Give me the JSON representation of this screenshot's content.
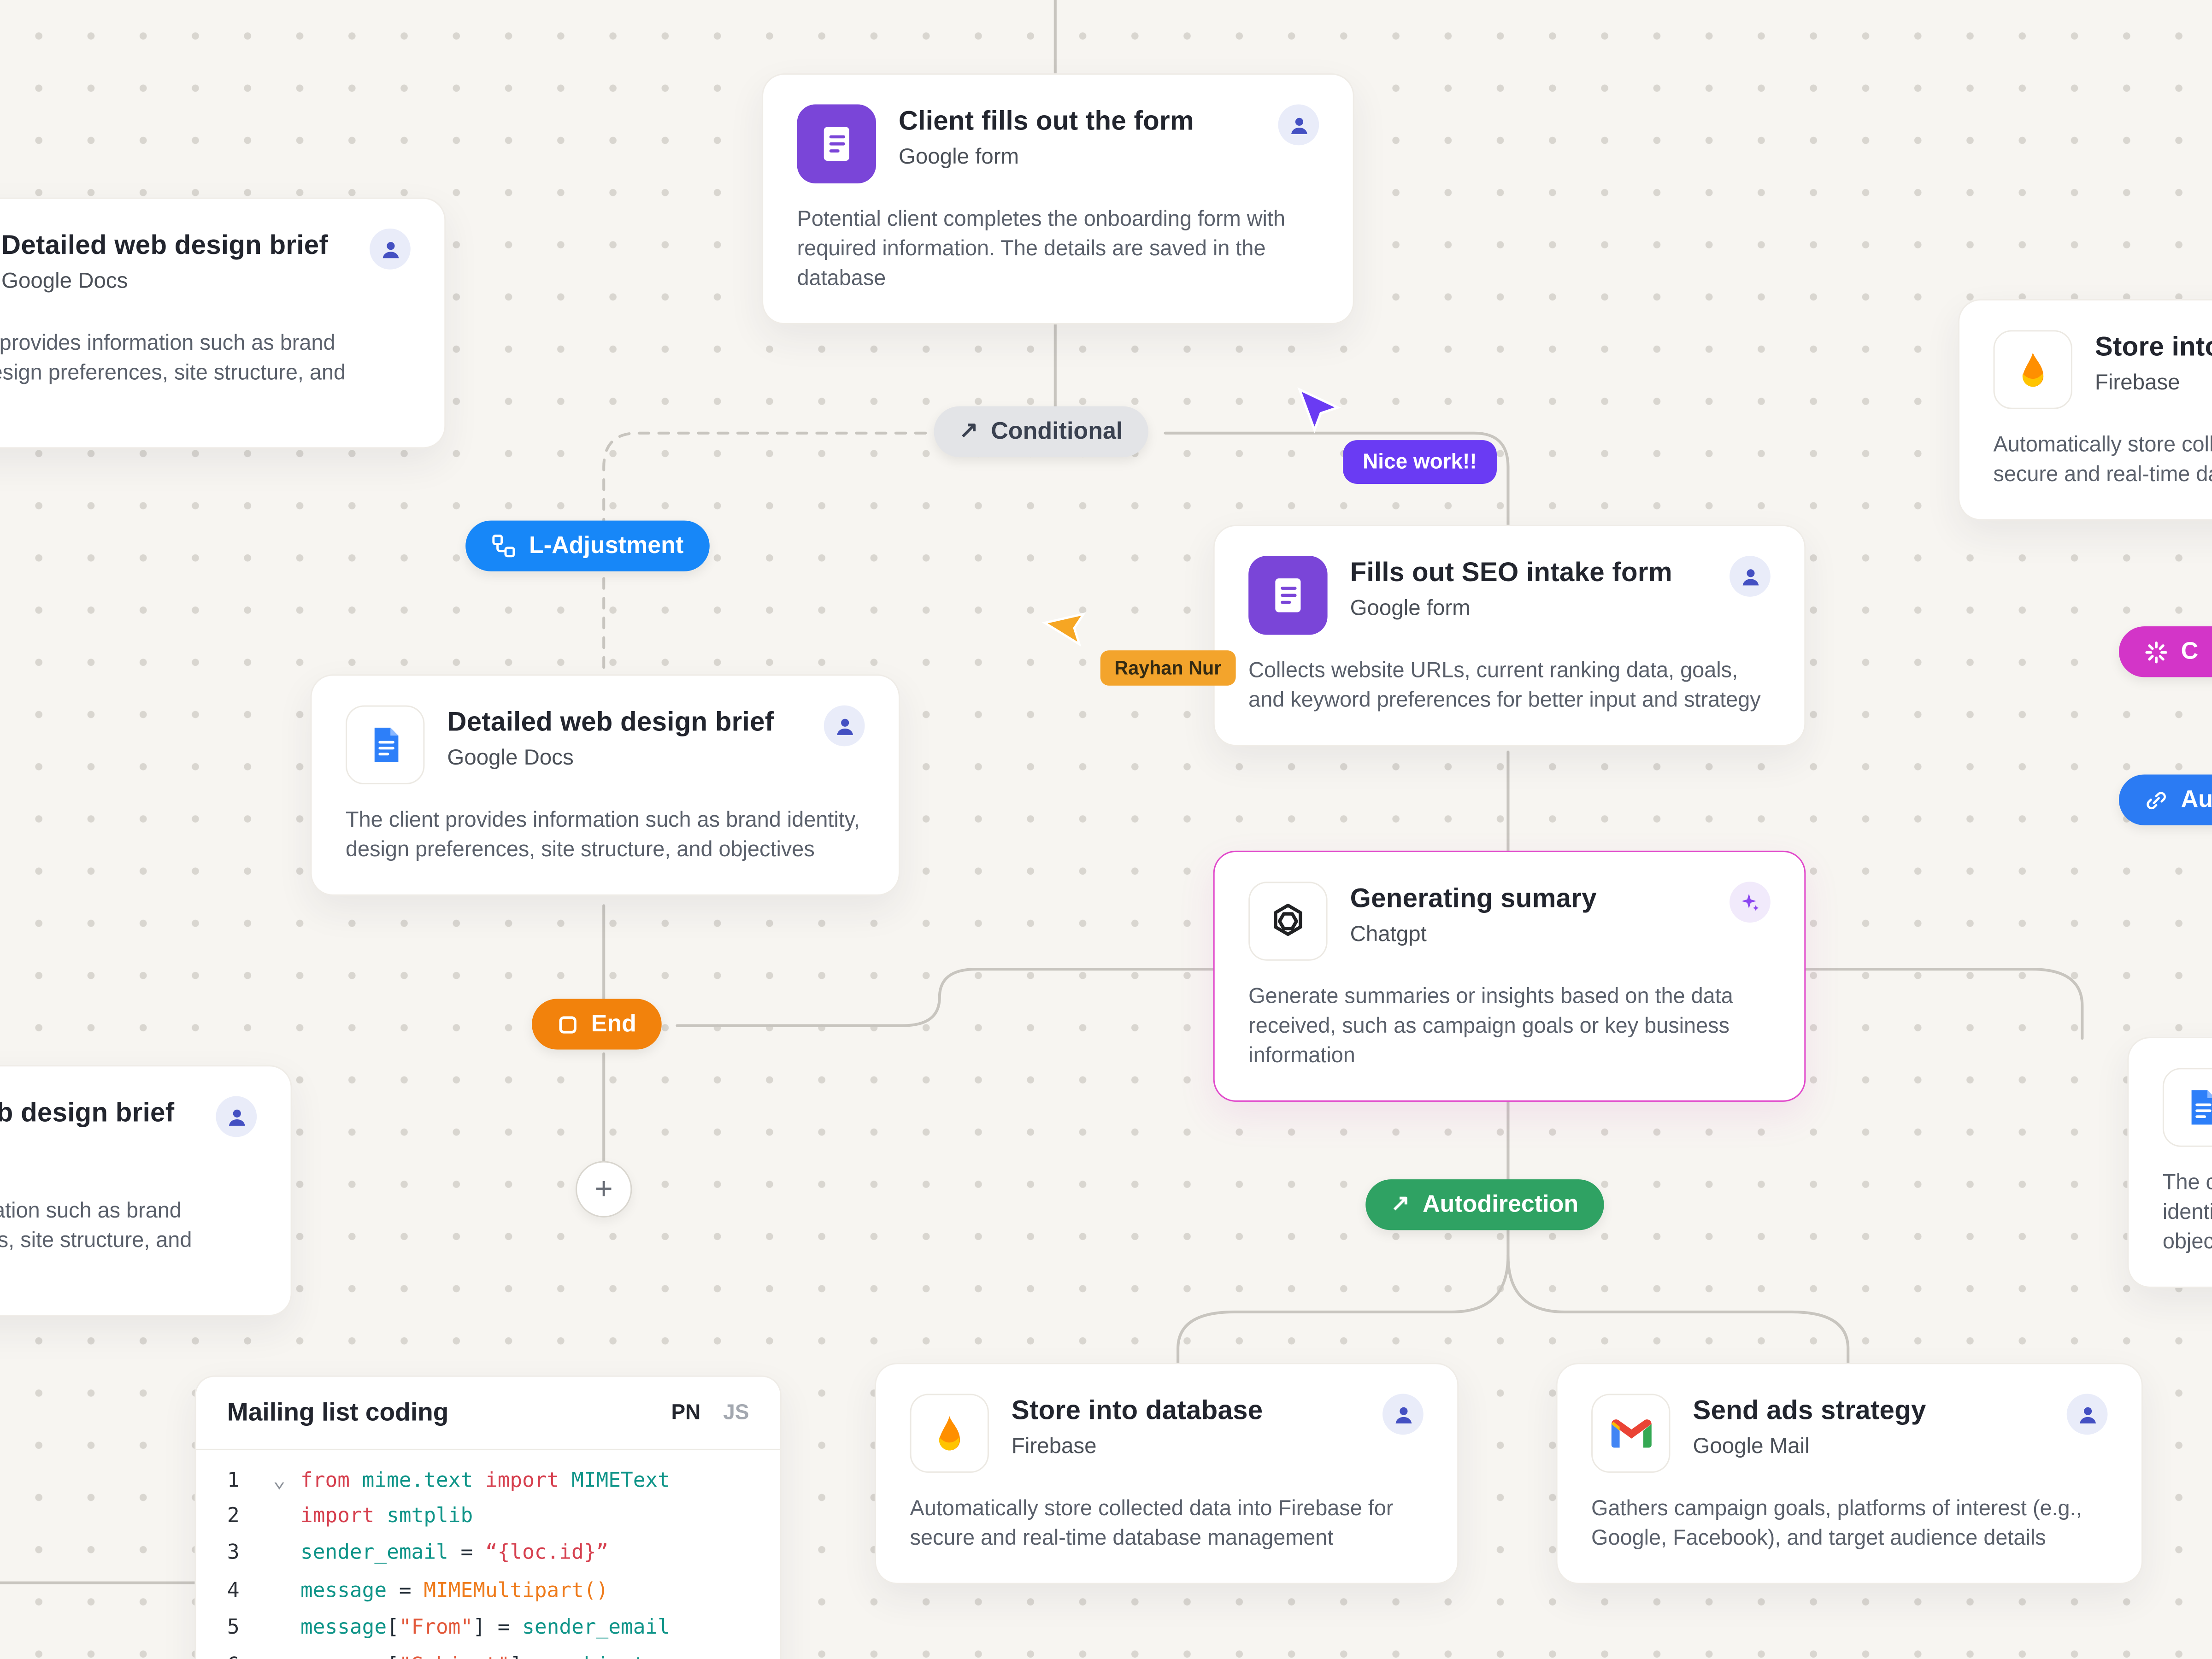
{
  "colors": {
    "accent_blue": "#1787F8",
    "accent_green": "#2FA263",
    "accent_orange": "#F2820C",
    "accent_purple": "#6A3BF3",
    "accent_magenta": "#D335C8",
    "cursor_orange": "#F6A623",
    "selection_pink": "#E14ACB"
  },
  "cursors": {
    "purple": {
      "label": "Nice work!!"
    },
    "orange": {
      "label": "Rayhan Nur"
    }
  },
  "pills": {
    "conditional": {
      "label": "Conditional",
      "icon": "↗"
    },
    "l_adjustment": {
      "label": "L-Adjustment"
    },
    "end": {
      "label": "End"
    },
    "autodirection": {
      "label": "Autodirection",
      "icon": "↗"
    },
    "connect": {
      "label": "C"
    },
    "auto_link": {
      "label": "Au"
    }
  },
  "plus_button": {
    "glyph": "+"
  },
  "cards": {
    "client_form": {
      "title": "Client fills out the form",
      "subtitle": "Google form",
      "description": "Potential client completes the onboarding form with required information. The details are saved in the database"
    },
    "seo_form": {
      "title": "Fills out SEO intake form",
      "subtitle": "Google form",
      "description": "Collects website URLs, current ranking data, goals, and keyword preferences for better input and strategy"
    },
    "design_brief": {
      "title": "Detailed web design brief",
      "subtitle": "Google Docs",
      "description": "The client provides information such as brand identity, design preferences, site structure, and objectives"
    },
    "summary": {
      "title": "Generating sumary",
      "subtitle": "Chatgpt",
      "description": "Generate summaries or insights based on the data received, such as campaign goals or key business information"
    },
    "store_db": {
      "title": "Store into database",
      "subtitle": "Firebase",
      "description": "Automatically store collected data into Firebase for secure and real-time database management"
    },
    "send_ads": {
      "title": "Send ads strategy",
      "subtitle": "Google Mail",
      "description": "Gathers campaign goals, platforms of interest (e.g., Google, Facebook), and target audience details"
    }
  },
  "code_card": {
    "title": "Mailing list coding",
    "badges": [
      "PN",
      "JS"
    ],
    "fold_glyph": "⌄",
    "lines": [
      {
        "tokens": [
          {
            "t": "from ",
            "c": "kw"
          },
          {
            "t": "mime.text",
            "c": "mod"
          },
          {
            "t": " ",
            "c": "pl"
          },
          {
            "t": "import",
            "c": "kw"
          },
          {
            "t": " ",
            "c": "pl"
          },
          {
            "t": "MIMEText",
            "c": "mod"
          }
        ]
      },
      {
        "tokens": [
          {
            "t": "import",
            "c": "kw"
          },
          {
            "t": " ",
            "c": "pl"
          },
          {
            "t": "smtplib",
            "c": "mod"
          }
        ]
      },
      {
        "tokens": [
          {
            "t": "sender_email",
            "c": "mod"
          },
          {
            "t": " = ",
            "c": "pl"
          },
          {
            "t": "“{loc.id}”",
            "c": "str"
          }
        ]
      },
      {
        "tokens": [
          {
            "t": "message",
            "c": "mod"
          },
          {
            "t": " = ",
            "c": "pl"
          },
          {
            "t": "MIMEMultipart()",
            "c": "fn"
          }
        ]
      },
      {
        "tokens": [
          {
            "t": "message",
            "c": "mod"
          },
          {
            "t": "[",
            "c": "pl"
          },
          {
            "t": "\"From\"",
            "c": "strq"
          },
          {
            "t": "]",
            "c": "pl"
          },
          {
            "t": " = ",
            "c": "pl"
          },
          {
            "t": "sender_email",
            "c": "mod"
          }
        ]
      },
      {
        "tokens": [
          {
            "t": "message",
            "c": "mod"
          },
          {
            "t": "[",
            "c": "pl"
          },
          {
            "t": "\"Subject\"",
            "c": "strq"
          },
          {
            "t": "]",
            "c": "pl"
          },
          {
            "t": " = ",
            "c": "pl"
          },
          {
            "t": "subject",
            "c": "mod"
          }
        ]
      }
    ]
  }
}
